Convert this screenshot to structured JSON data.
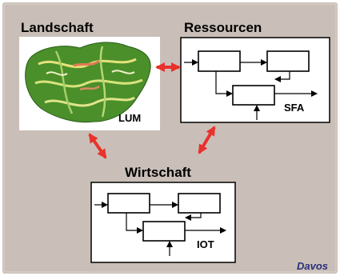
{
  "colors": {
    "background": "#c9bfb8",
    "arrow": "#e8322b",
    "credit": "#2a2f7a",
    "map_green": "#4a8f2a"
  },
  "nodes": {
    "landscape": {
      "title": "Landschaft",
      "label": "LUM"
    },
    "resources": {
      "title": "Ressourcen",
      "label": "SFA"
    },
    "economy": {
      "title": "Wirtschaft",
      "label": "IOT"
    }
  },
  "links": [
    {
      "from": "landscape",
      "to": "resources",
      "direction": "both"
    },
    {
      "from": "landscape",
      "to": "economy",
      "direction": "both"
    },
    {
      "from": "resources",
      "to": "economy",
      "direction": "both"
    }
  ],
  "credit": "Davos"
}
